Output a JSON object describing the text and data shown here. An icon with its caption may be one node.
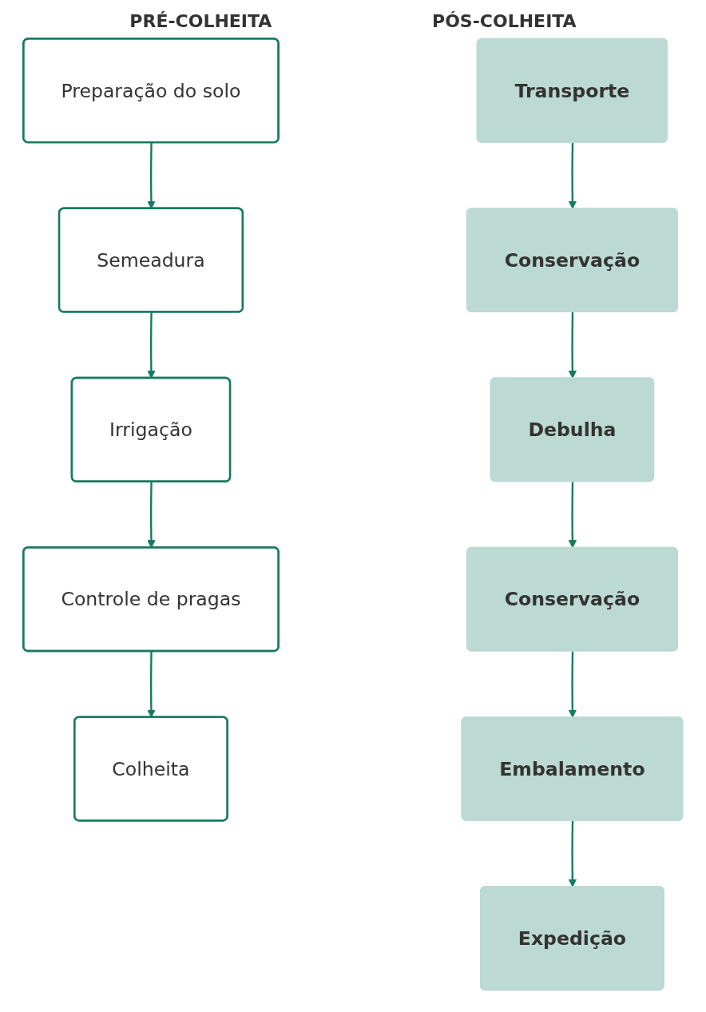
{
  "diagram": {
    "nodes": [
      {
        "text": [
          "Preparação do solo"
        ]
      },
      {
        "text": [
          "Semeadura"
        ]
      },
      {
        "text": [
          "Irrigação"
        ]
      },
      {
        "text": [
          "Controle de pragas"
        ]
      },
      {
        "text": [
          "Colheita"
        ]
      },
      {
        "text": [
          "Transporte"
        ]
      },
      {
        "text": [
          "Conservação"
        ]
      },
      {
        "text": [
          "Debulha"
        ]
      },
      {
        "text": [
          "Conservação"
        ]
      },
      {
        "text": [
          "Embalamento"
        ]
      },
      {
        "text": [
          "Expedição"
        ]
      }
    ],
    "edges": [
      {
        "from": 0,
        "to": 1,
        "arrow": "to"
      },
      {
        "from": 1,
        "to": 2,
        "arrow": "to"
      },
      {
        "from": 2,
        "to": 3,
        "arrow": "to"
      },
      {
        "from": 3,
        "to": 4,
        "arrow": "to"
      },
      {
        "from": 5,
        "to": 6,
        "arrow": "to"
      },
      {
        "from": 6,
        "to": 7,
        "arrow": "to"
      },
      {
        "from": 7,
        "to": 8,
        "arrow": "to"
      },
      {
        "from": 8,
        "to": 9,
        "arrow": "to"
      },
      {
        "from": 9,
        "to": 10,
        "arrow": "to"
      }
    ],
    "labels": [
      "PRÉ-COLHEITA",
      "PÓS-COLHEITA"
    ]
  }
}
